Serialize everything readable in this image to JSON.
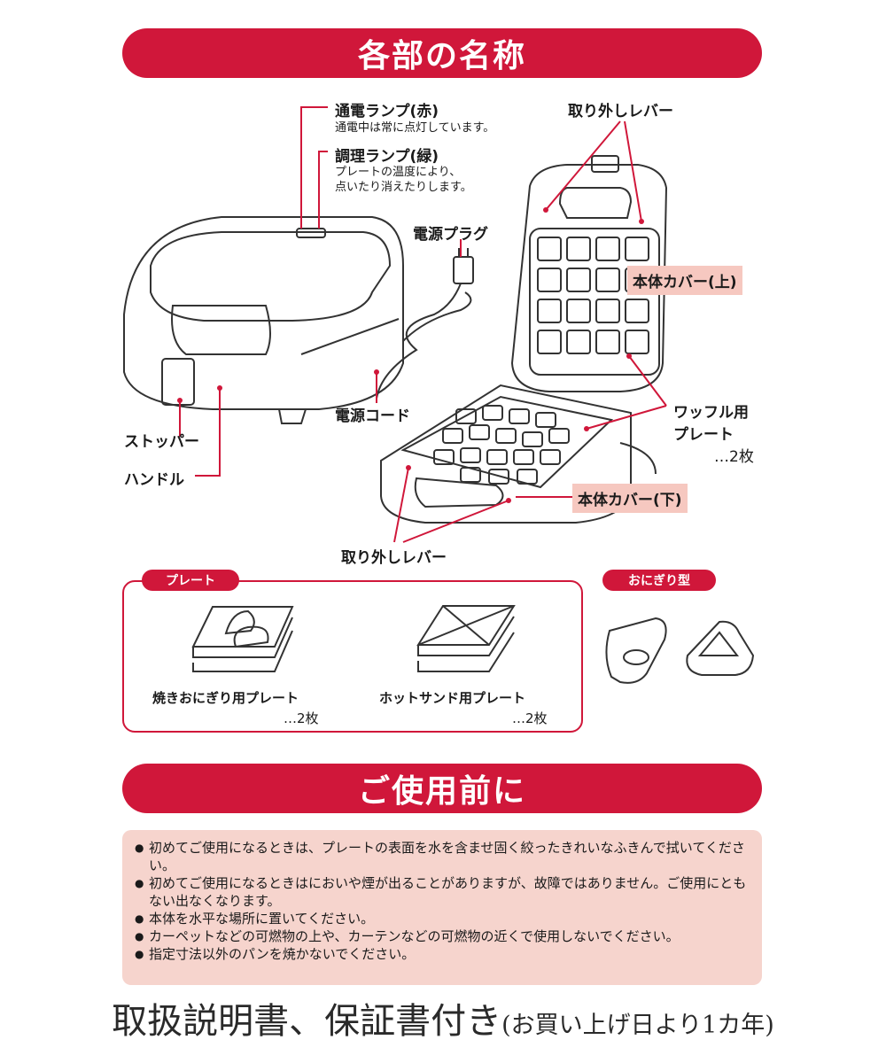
{
  "banners": {
    "parts": "各部の名称",
    "before_use": "ご使用前に"
  },
  "labels": {
    "power_lamp": "通電ランプ(赤)",
    "power_lamp_desc": "通電中は常に点灯しています。",
    "cook_lamp": "調理ランプ(緑)",
    "cook_lamp_desc_1": "プレートの温度により、",
    "cook_lamp_desc_2": "点いたり消えたりします。",
    "plug": "電源プラグ",
    "cord": "電源コード",
    "stopper": "ストッパー",
    "handle": "ハンドル",
    "release_lever_top": "取り外しレバー",
    "release_lever_bottom": "取り外しレバー",
    "cover_upper": "本体カバー(上)",
    "cover_lower": "本体カバー(下)",
    "waffle_plate_1": "ワッフル用",
    "waffle_plate_2": "プレート",
    "waffle_count": "…2枚"
  },
  "accessories": {
    "plate_pill": "プレート",
    "onigiri_plate": "焼きおにぎり用プレート",
    "onigiri_plate_count": "…2枚",
    "hotsand_plate": "ホットサンド用プレート",
    "hotsand_plate_count": "…2枚",
    "mold_pill": "おにぎり型"
  },
  "notes": [
    "初めてご使用になるときは、プレートの表面を水を含ませ固く絞ったきれいなふきんで拭いてください。",
    "初めてご使用になるときはにおいや煙が出ることがありますが、故障ではありません。ご使用にともない出なくなります。",
    "本体を水平な場所に置いてください。",
    "カーペットなどの可燃物の上や、カーテンなどの可燃物の近くで使用しないでください。",
    "指定寸法以外のパンを焼かないでください。"
  ],
  "footer": {
    "main": "取扱説明書、保証書付き",
    "paren": "(お買い上げ日より1カ年)"
  },
  "colors": {
    "accent": "#d0173a",
    "label_bg": "#f6c8c0",
    "notes_bg": "#f6d4cd"
  }
}
